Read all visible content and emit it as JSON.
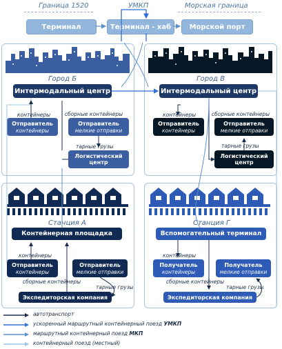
{
  "top": {
    "border_label": "Граница 1520",
    "umkp_label": "УМКП",
    "sea_border_label": "Морская граница",
    "terminal": "Терминал",
    "hub": "Терминал - хаб",
    "seaport": "Морской порт"
  },
  "city_b": {
    "title": "Город Б",
    "center": "Интермодальный центр",
    "containers": "контейнеры",
    "consolidated": "сборные контейнеры",
    "sender1": {
      "title": "Отправитель",
      "sub": "контейнеры"
    },
    "sender2": {
      "title": "Отправитель",
      "sub": "мелкие отправки"
    },
    "cargo": "тарные грузы",
    "logistics": "Логистический центр"
  },
  "city_v": {
    "title": "Город В",
    "center": "Интермодальный центр",
    "containers": "контейнеры",
    "consolidated": "сборные контейнеры",
    "sender1": {
      "title": "Отправитель",
      "sub": "контейнеры"
    },
    "sender2": {
      "title": "Отправитель",
      "sub": "мелкие отправки"
    },
    "cargo": "тарные грузы",
    "logistics": "Логистический центр"
  },
  "station_a": {
    "title": "Станция А",
    "platform": "Контейнерная площадка",
    "containers": "контейнеры",
    "consolidated": "сборные контейнеры",
    "sender1": {
      "title": "Отправитель",
      "sub": "контейнеры"
    },
    "sender2": {
      "title": "Отправитель",
      "sub": "мелкие отправки"
    },
    "cargo": "тарные грузы",
    "forwarder": "Экспедиторская компания"
  },
  "station_g": {
    "title": "Станция Г",
    "terminal": "Вспомогательный терминал",
    "containers": "контейнеры",
    "consolidated": "сборные контейнеры",
    "receiver1": {
      "title": "Получатель",
      "sub": "контейнеры"
    },
    "receiver2": {
      "title": "Получатель",
      "sub": "мелкие отправки"
    },
    "cargo": "тарные грузы",
    "forwarder": "Экспедиторская компания"
  },
  "legend": [
    {
      "text": "автотранспорт",
      "color": "#1a2d4f"
    },
    {
      "text_pre": "ускоренный маршрутный контейнерный поезд ",
      "text_bold": "УМКП",
      "color": "#2f6fd6"
    },
    {
      "text_pre": "маршрутный контейнерный поезд ",
      "text_bold": "МКП",
      "color": "#5b90cf"
    },
    {
      "text": "контейнерный поезд (местный)",
      "color": "#9fc3ea"
    }
  ],
  "colors": {
    "pale": "#93b6dd",
    "navy": "#1d3866",
    "city_b": "#3b5ea1",
    "city_v": "#061826",
    "station_a": "#112a54",
    "station_g": "#2e5bb6"
  }
}
